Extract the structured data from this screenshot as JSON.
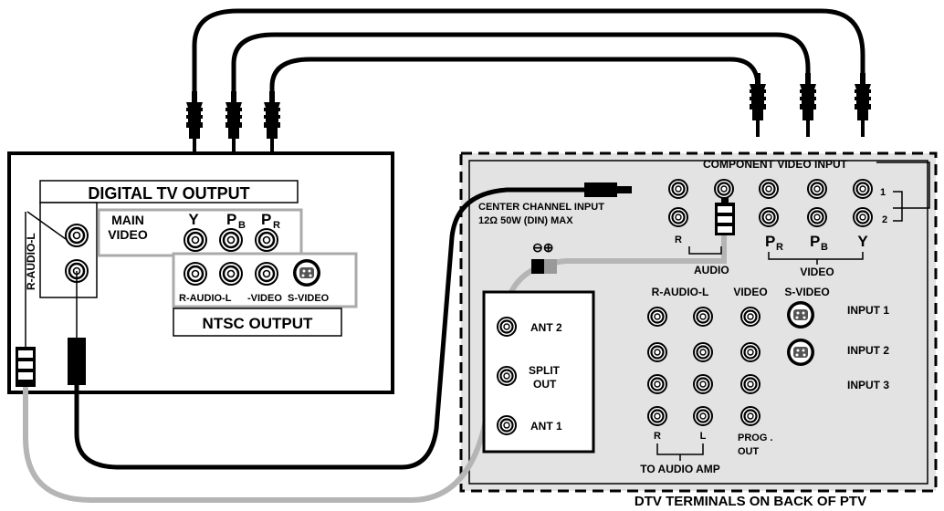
{
  "left_box": {
    "digital_title": "DIGITAL  TV OUTPUT",
    "main_video_1": "MAIN",
    "main_video_2": "VIDEO",
    "y_label": "Y",
    "pb_label": "P",
    "pb_sub": "B",
    "pr_label": "P",
    "pr_sub": "R",
    "r_audio_l_side": "R-AUDIO-L",
    "ntsc_jacks_label_1": "R-AUDIO-L",
    "ntsc_jacks_label_2": "-VIDEO",
    "svideo_label": "S-VIDEO",
    "ntsc_title": "NTSC  OUTPUT"
  },
  "right_panel": {
    "component_title": "COMPONENT VIDEO INPUT",
    "row1_num": "1",
    "row2_num": "2",
    "pr_letter": "P",
    "pr_sub": "R",
    "pb_letter": "P",
    "pb_sub": "B",
    "y_letter": "Y",
    "video_group": "VIDEO",
    "center_input_1": "CENTER CHANNEL INPUT",
    "center_input_2": "12Ω  50W  (DIN) MAX",
    "r_small": "R",
    "audio_group": "AUDIO",
    "minus_plus": "⊖⊕",
    "ant2": "ANT 2",
    "split_1": "SPLIT",
    "split_2": "OUT",
    "ant1": "ANT 1",
    "col_audio": "R-AUDIO-L",
    "col_video": "VIDEO",
    "col_svideo": "S-VIDEO",
    "input1": "INPUT 1",
    "input2": "INPUT 2",
    "input3": "INPUT 3",
    "r_bottom": "R",
    "l_bottom": "L",
    "prog_1": "PROG .",
    "prog_2": "OUT",
    "to_audio_amp": "TO AUDIO AMP"
  },
  "caption": "DTV TERMINALS ON BACK OF PTV",
  "colors": {
    "panel": "#e3e3e3",
    "grey_cable": "#b5b5b5",
    "line": "#000000"
  }
}
